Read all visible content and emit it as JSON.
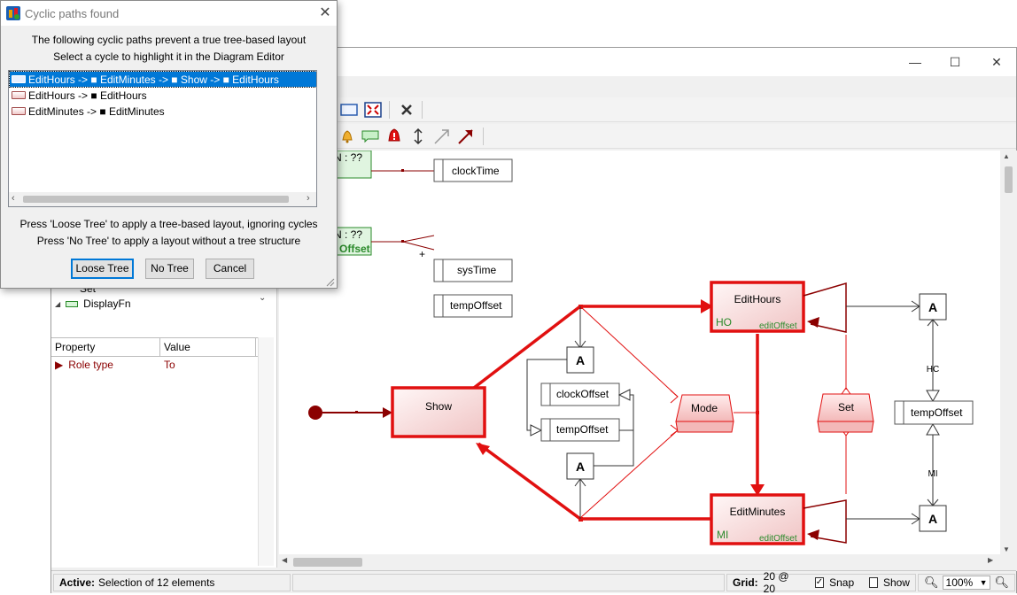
{
  "dialog": {
    "title": "Cyclic paths found",
    "message_line1": "The following cyclic paths prevent a true tree-based layout",
    "message_line2": "Select a cycle to highlight it in the Diagram Editor",
    "cycles": [
      {
        "label": "EditHours -> ■ EditMinutes -> ■ Show -> ■ EditHours",
        "selected": true
      },
      {
        "label": "EditHours -> ■ EditHours",
        "selected": false
      },
      {
        "label": "EditMinutes -> ■ EditMinutes",
        "selected": false
      }
    ],
    "help_line1": "Press 'Loose Tree' to apply a tree-based layout, ignoring cycles",
    "help_line2": "Press 'No Tree' to apply a layout without a tree structure",
    "buttons": {
      "loose_tree": "Loose Tree",
      "no_tree": "No Tree",
      "cancel": "Cancel"
    }
  },
  "tree": {
    "items": [
      {
        "label": "Set"
      },
      {
        "label": "DisplayFn"
      }
    ]
  },
  "properties": {
    "headers": {
      "property": "Property",
      "value": "Value"
    },
    "rows": [
      {
        "property": "Role type",
        "value": "To"
      }
    ]
  },
  "diagram": {
    "labels": {
      "clock_time": "clockTime",
      "sys_time": "sysTime",
      "temp_offset": "tempOffset",
      "n_1": "N : ??",
      "n_2": "N : ??",
      "offset_label": "Offset",
      "plus": "+",
      "show": "Show",
      "edit_hours": "EditHours",
      "edit_minutes": "EditMinutes",
      "ho": "HO",
      "mi": "MI",
      "edit_offset": "editOffset",
      "mode": "Mode",
      "set": "Set",
      "a": "A",
      "clock_offset": "clockOffset",
      "temp_offset_mid": "tempOffset",
      "temp_offset_right": "tempOffset",
      "hc": "HC",
      "mi_role": "MI"
    }
  },
  "status": {
    "active_label": "Active:",
    "active_value": "Selection of 12 elements",
    "grid_label": "Grid:",
    "grid_value": "20 @ 20",
    "snap_label": "Snap",
    "snap_checked": true,
    "show_label": "Show",
    "show_checked": false,
    "zoom": "100%"
  },
  "colors": {
    "highlight": "#e11010",
    "dark_red": "#8b0000",
    "selection": "#0078d7"
  }
}
